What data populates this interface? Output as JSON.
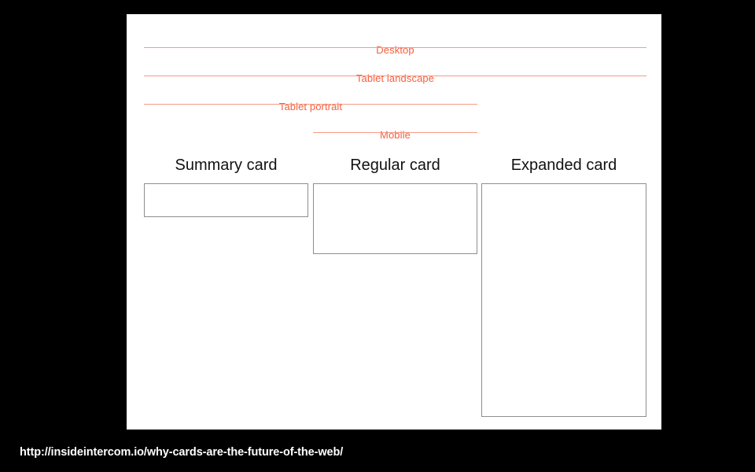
{
  "slide": {
    "canvas_background": "#ffffff",
    "page_background": "#000000",
    "accent_color": "#f4603e",
    "rule_color": "#f79b86",
    "card_border_color": "#8e8e8e"
  },
  "breakpoints": {
    "items": [
      {
        "label": "Desktop"
      },
      {
        "label": "Tablet landscape"
      },
      {
        "label": "Tablet portrait"
      },
      {
        "label": "Mobile"
      }
    ]
  },
  "cards": {
    "items": [
      {
        "title": "Summary card"
      },
      {
        "title": "Regular card"
      },
      {
        "title": "Expanded card"
      }
    ]
  },
  "footer": {
    "source_url": "http://insideintercom.io/why-cards-are-the-future-of-the-web/"
  }
}
